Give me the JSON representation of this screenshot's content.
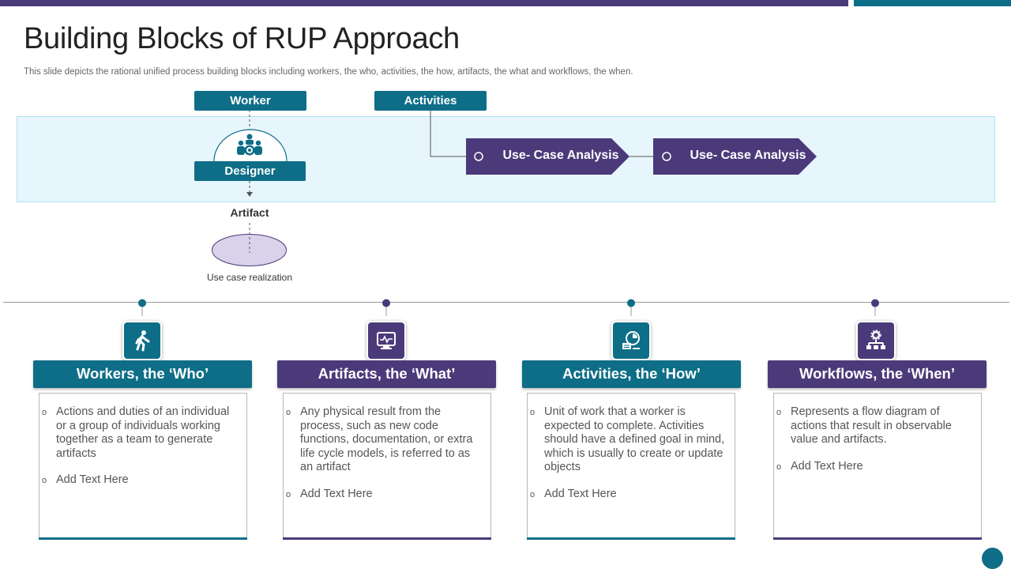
{
  "header": {
    "title": "Building Blocks of RUP Approach",
    "subtitle": "This slide depicts the rational unified process building blocks including workers, the who, activities, the how, artifacts, the what and workflows, the when."
  },
  "diagram": {
    "worker_label": "Worker",
    "activities_label": "Activities",
    "designer_label": "Designer",
    "usecase_1": "Use- Case Analysis",
    "usecase_2": "Use- Case Analysis",
    "artifact_label": "Artifact",
    "realization_label": "Use case realization"
  },
  "cards": [
    {
      "title": "Workers, the ‘Who’",
      "icon": "person-walking-icon",
      "bullets": [
        "Actions and duties of an individual or a group of individuals working together as a team to generate artifacts",
        "Add Text Here"
      ]
    },
    {
      "title": "Artifacts, the ‘What’",
      "icon": "monitor-pulse-icon",
      "bullets": [
        "Any physical result from the process, such as new code functions, documentation, or extra life cycle models, is referred to as an artifact",
        "Add Text Here"
      ]
    },
    {
      "title": "Activities, the ‘How’",
      "icon": "analytics-icon",
      "bullets": [
        "Unit of work that a worker is expected to complete. Activities should have a defined goal in mind, which is usually to create or update objects",
        "Add Text Here"
      ]
    },
    {
      "title": "Workflows, the ‘When’",
      "icon": "workflow-gear-icon",
      "bullets": [
        "Represents a flow diagram of actions that result in observable value and artifacts.",
        "Add Text Here"
      ]
    }
  ],
  "colors": {
    "teal": "#0e6e87",
    "purple": "#4b3a7a",
    "band": "#e6f6fc",
    "ellipse": "#d9d2ea"
  }
}
